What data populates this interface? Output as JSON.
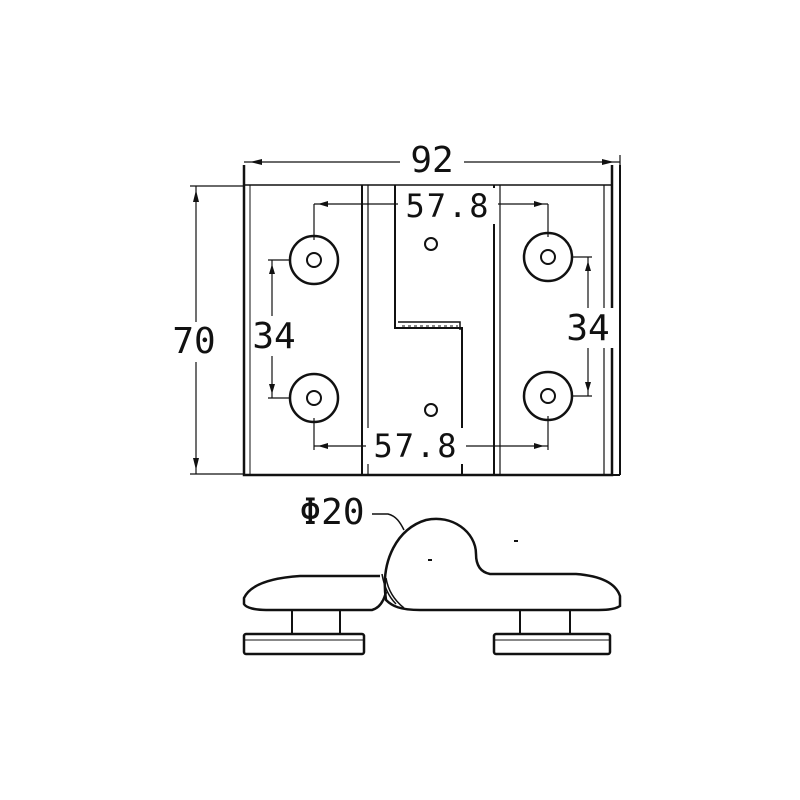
{
  "dimensions": {
    "overall_width": "92",
    "overall_height": "70",
    "hole_spacing_left": "34",
    "hole_spacing_right": "34",
    "hole_center_top": "57.8",
    "hole_center_bottom": "57.8",
    "barrel_diameter": "Φ20"
  },
  "colors": {
    "line": "#111111",
    "background": "#ffffff"
  }
}
